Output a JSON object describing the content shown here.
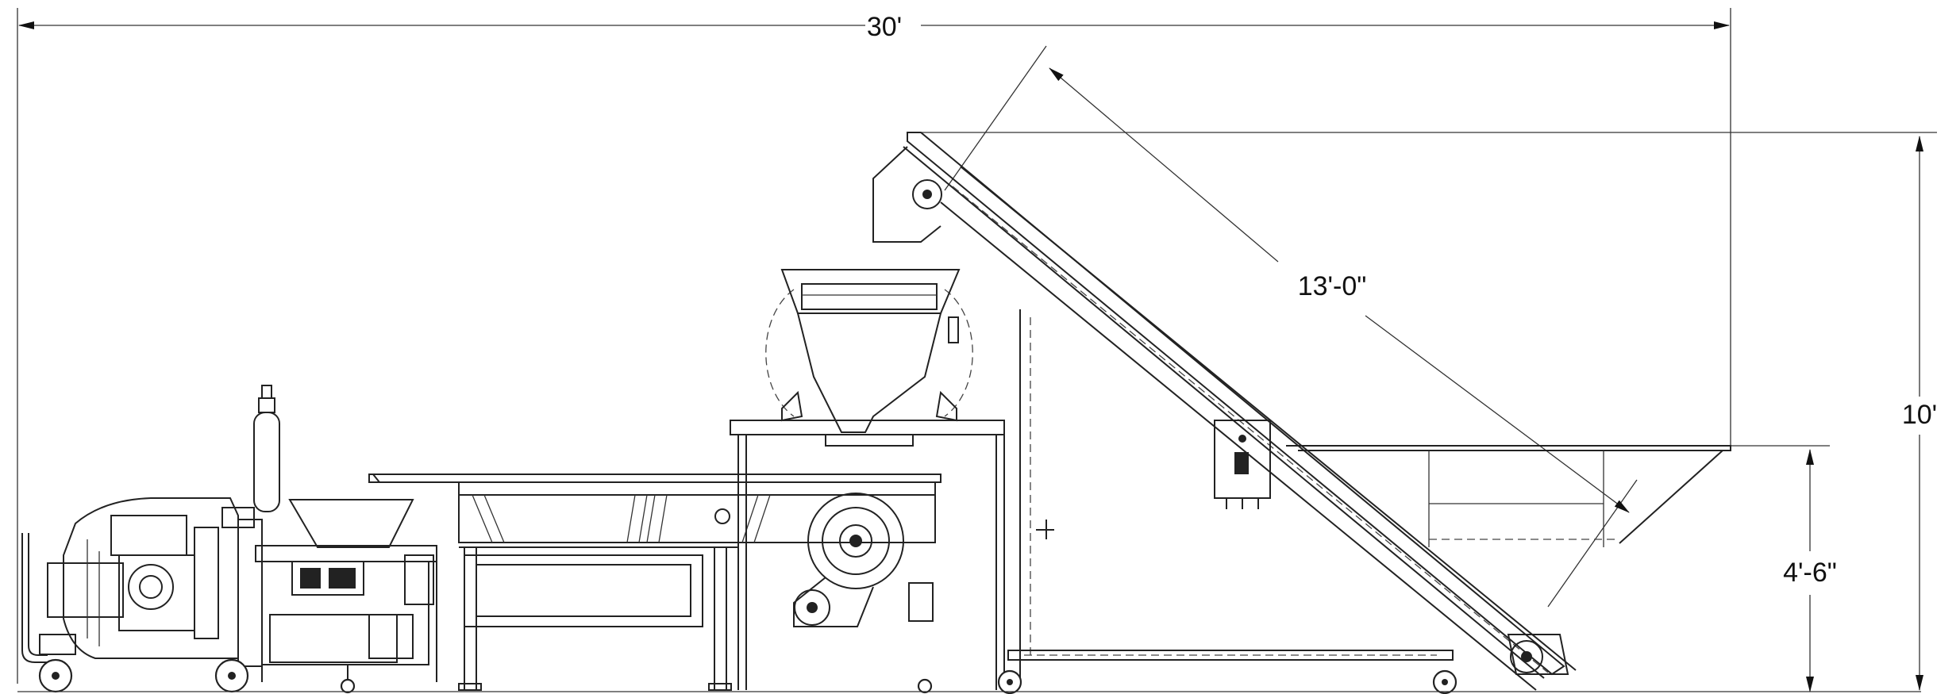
{
  "dimensions": {
    "overall_length": "30'",
    "conveyor_length": "13'-0\"",
    "overall_height": "10'",
    "discharge_height": "4'-6\""
  }
}
